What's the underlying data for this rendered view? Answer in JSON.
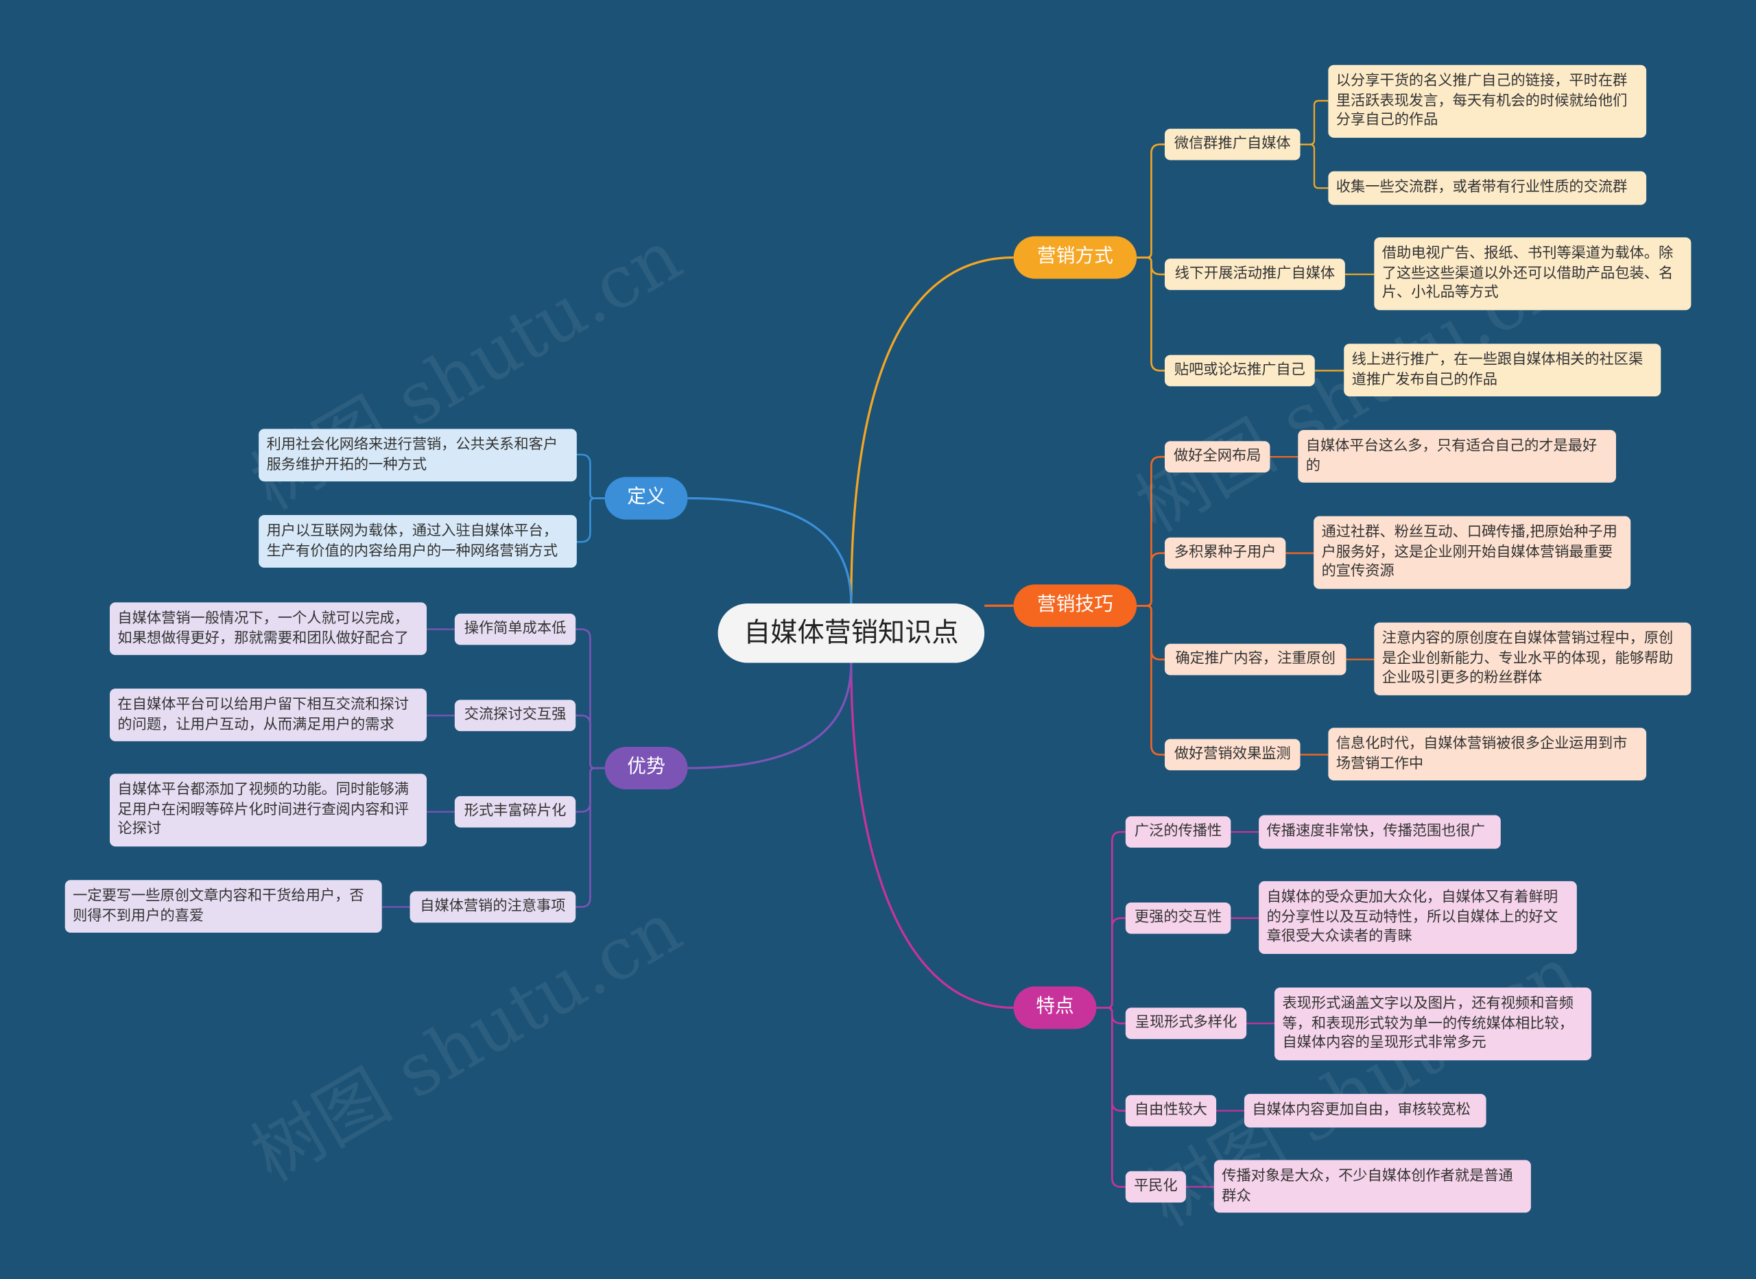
{
  "title": "自媒体营销知识点",
  "watermark": "树图 shutu.cn",
  "colors": {
    "background": "#1b5276",
    "marketing_methods": "#f5a623",
    "marketing_skills": "#f5661f",
    "features": "#c8339b",
    "definition": "#3b8fd8",
    "advantages": "#7b54b6"
  },
  "branches": {
    "methods": {
      "label": "营销方式",
      "items": [
        {
          "label": "微信群推广自媒体",
          "details": [
            "以分享干货的名义推广自己的链接，平时在群里活跃表现发言，每天有机会的时候就给他们分享自己的作品",
            "收集一些交流群，或者带有行业性质的交流群"
          ]
        },
        {
          "label": "线下开展活动推广自媒体",
          "details": [
            "借助电视广告、报纸、书刊等渠道为载体。除了这些这些渠道以外还可以借助产品包装、名片、小礼品等方式"
          ]
        },
        {
          "label": "贴吧或论坛推广自己",
          "details": [
            "线上进行推广，在一些跟自媒体相关的社区渠道推广发布自己的作品"
          ]
        }
      ]
    },
    "skills": {
      "label": "营销技巧",
      "items": [
        {
          "label": "做好全网布局",
          "details": [
            "自媒体平台这么多，只有适合自己的才是最好的"
          ]
        },
        {
          "label": "多积累种子用户",
          "details": [
            "通过社群、粉丝互动、口碑传播,把原始种子用户服务好，这是企业刚开始自媒体营销最重要的宣传资源"
          ]
        },
        {
          "label": "确定推广内容，注重原创",
          "details": [
            "注意内容的原创度在自媒体营销过程中，原创是企业创新能力、专业水平的体现，能够帮助企业吸引更多的粉丝群体"
          ]
        },
        {
          "label": "做好营销效果监测",
          "details": [
            "信息化时代，自媒体营销被很多企业运用到市场营销工作中"
          ]
        }
      ]
    },
    "features": {
      "label": "特点",
      "items": [
        {
          "label": "广泛的传播性",
          "details": [
            "传播速度非常快，传播范围也很广"
          ]
        },
        {
          "label": "更强的交互性",
          "details": [
            "自媒体的受众更加大众化，自媒体又有着鲜明的分享性以及互动特性，所以自媒体上的好文章很受大众读者的青睐"
          ]
        },
        {
          "label": "呈现形式多样化",
          "details": [
            "表现形式涵盖文字以及图片，还有视频和音频等，和表现形式较为单一的传统媒体相比较，自媒体内容的呈现形式非常多元"
          ]
        },
        {
          "label": "自由性较大",
          "details": [
            "自媒体内容更加自由，审核较宽松"
          ]
        },
        {
          "label": "平民化",
          "details": [
            "传播对象是大众，不少自媒体创作者就是普通群众"
          ]
        }
      ]
    },
    "definition": {
      "label": "定义",
      "details": [
        "利用社会化网络来进行营销，公共关系和客户服务维护开拓的一种方式",
        "用户以互联网为载体，通过入驻自媒体平台，生产有价值的内容给用户的一种网络营销方式"
      ]
    },
    "advantages": {
      "label": "优势",
      "items": [
        {
          "label": "操作简单成本低",
          "details": [
            "自媒体营销一般情况下，一个人就可以完成，如果想做得更好，那就需要和团队做好配合了"
          ]
        },
        {
          "label": "交流探讨交互强",
          "details": [
            "在自媒体平台可以给用户留下相互交流和探讨的问题，让用户互动，从而满足用户的需求"
          ]
        },
        {
          "label": "形式丰富碎片化",
          "details": [
            "自媒体平台都添加了视频的功能。同时能够满足用户在闲暇等碎片化时间进行查阅内容和评论探讨"
          ]
        },
        {
          "label": "自媒体营销的注意事项",
          "details": [
            "一定要写一些原创文章内容和干货给用户，否则得不到用户的喜爱"
          ]
        }
      ]
    }
  }
}
